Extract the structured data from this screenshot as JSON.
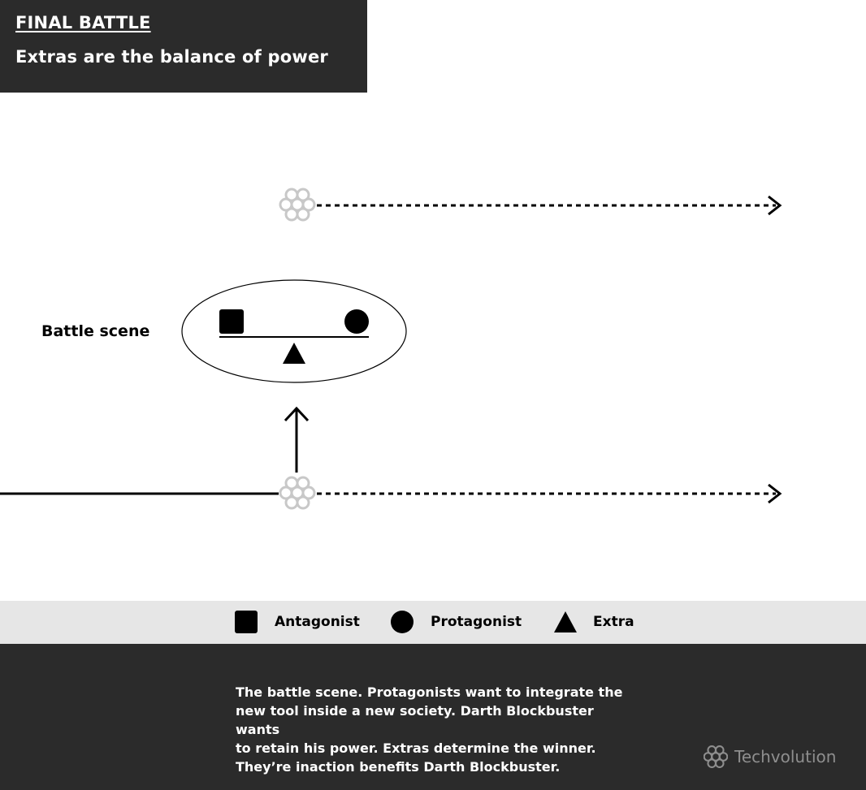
{
  "header": {
    "title": "FINAL BATTLE",
    "subtitle": "Extras are the balance of power"
  },
  "diagram": {
    "battle_scene_label": "Battle scene",
    "icons": {
      "node": "flower-node-icon",
      "antagonist": "square-icon",
      "protagonist": "circle-icon",
      "extra": "triangle-icon",
      "arrow": "arrow-icon"
    }
  },
  "legend": {
    "antagonist": "Antagonist",
    "protagonist": "Protagonist",
    "extra": "Extra"
  },
  "footer": {
    "description": "The battle scene. Protagonists want to integrate the\nnew tool inside a new society. Darth Blockbuster wants\nto retain his power. Extras determine the winner.\nThey’re inaction benefits Darth Blockbuster.",
    "brand": "Techvolution"
  },
  "colors": {
    "dark_panel": "#2b2b2b",
    "legend_bar": "#e6e6e6",
    "node_gray": "#c8c8c8",
    "brand_gray": "#8e8e8e"
  }
}
